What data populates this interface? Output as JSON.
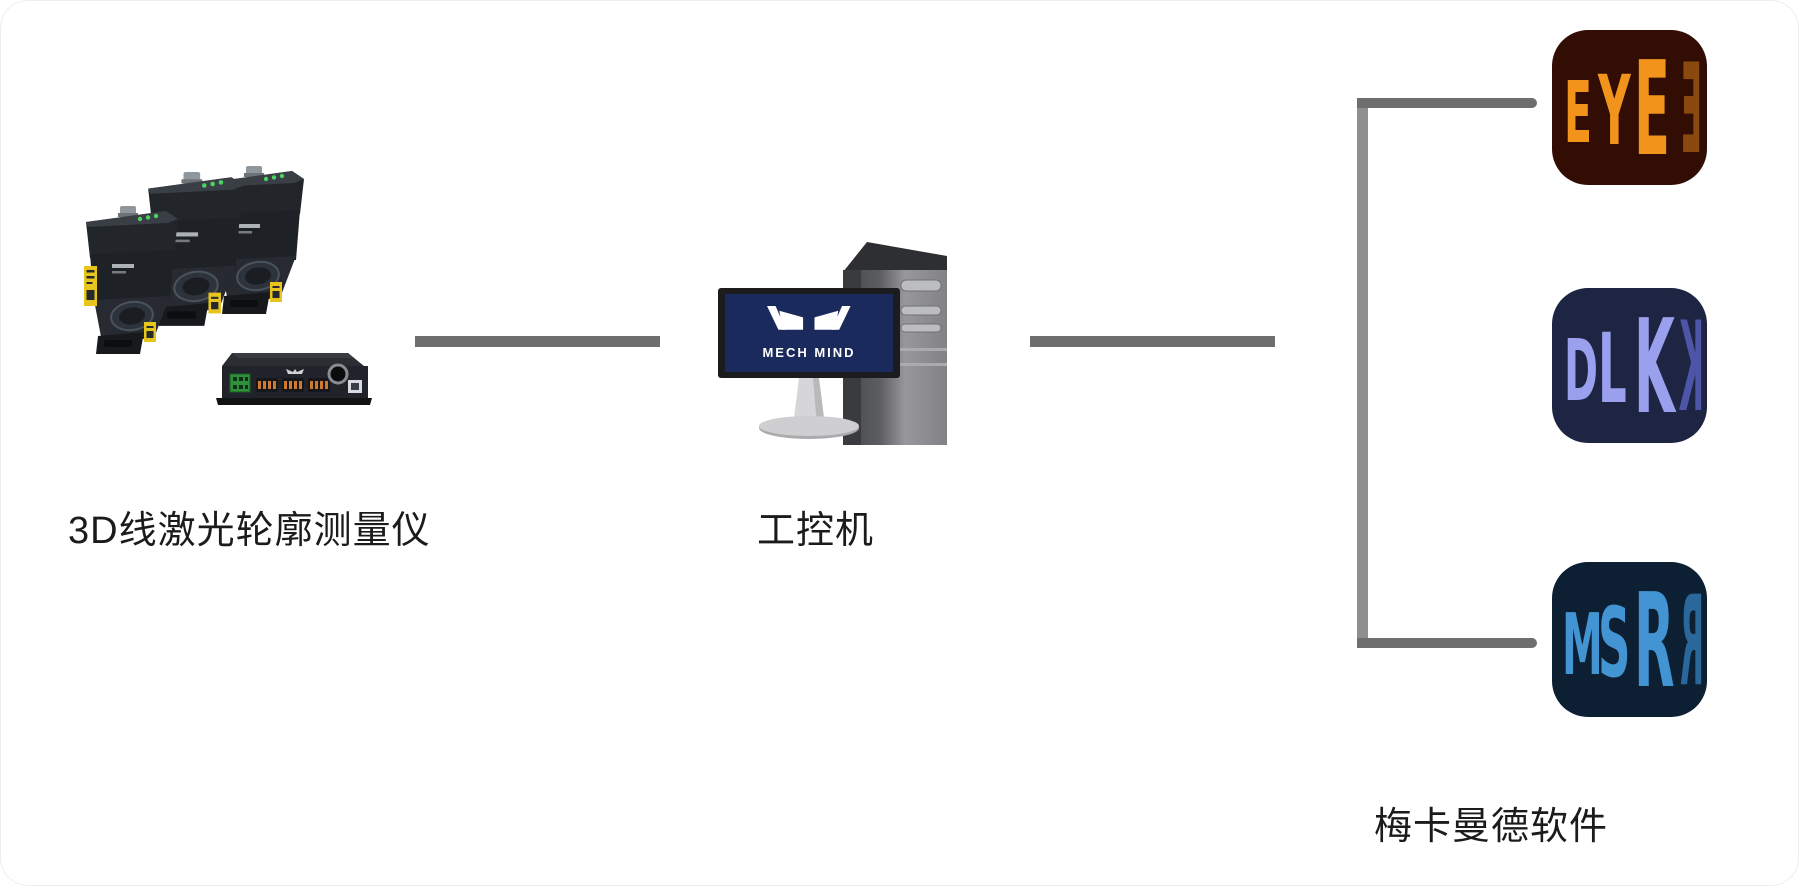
{
  "colors": {
    "connector": "#6e6e6e",
    "connector_vertical": "#8f8f8f",
    "label_text": "#1b1b1b"
  },
  "left_device": {
    "label": "3D线激光轮廓测量仪"
  },
  "computer": {
    "label": "工控机",
    "screen_text": "MECH MIND",
    "screen_color": "#1a2a5c"
  },
  "software": {
    "label": "梅卡曼德软件",
    "apps": [
      {
        "letters": [
          "E",
          "Y",
          "E"
        ],
        "ghost_letter": "E",
        "bg": "#310d04",
        "fg": "#f2941c",
        "shade": "#8a4a0e"
      },
      {
        "letters": [
          "D",
          "L",
          "K"
        ],
        "ghost_letter": "K",
        "bg": "#1e2543",
        "fg": "#9aa0ee",
        "shade": "#4d55a8"
      },
      {
        "letters": [
          "M",
          "S",
          "R"
        ],
        "ghost_letter": "R",
        "bg": "#0d2033",
        "fg": "#4294d2",
        "shade": "#2a689c"
      }
    ]
  }
}
